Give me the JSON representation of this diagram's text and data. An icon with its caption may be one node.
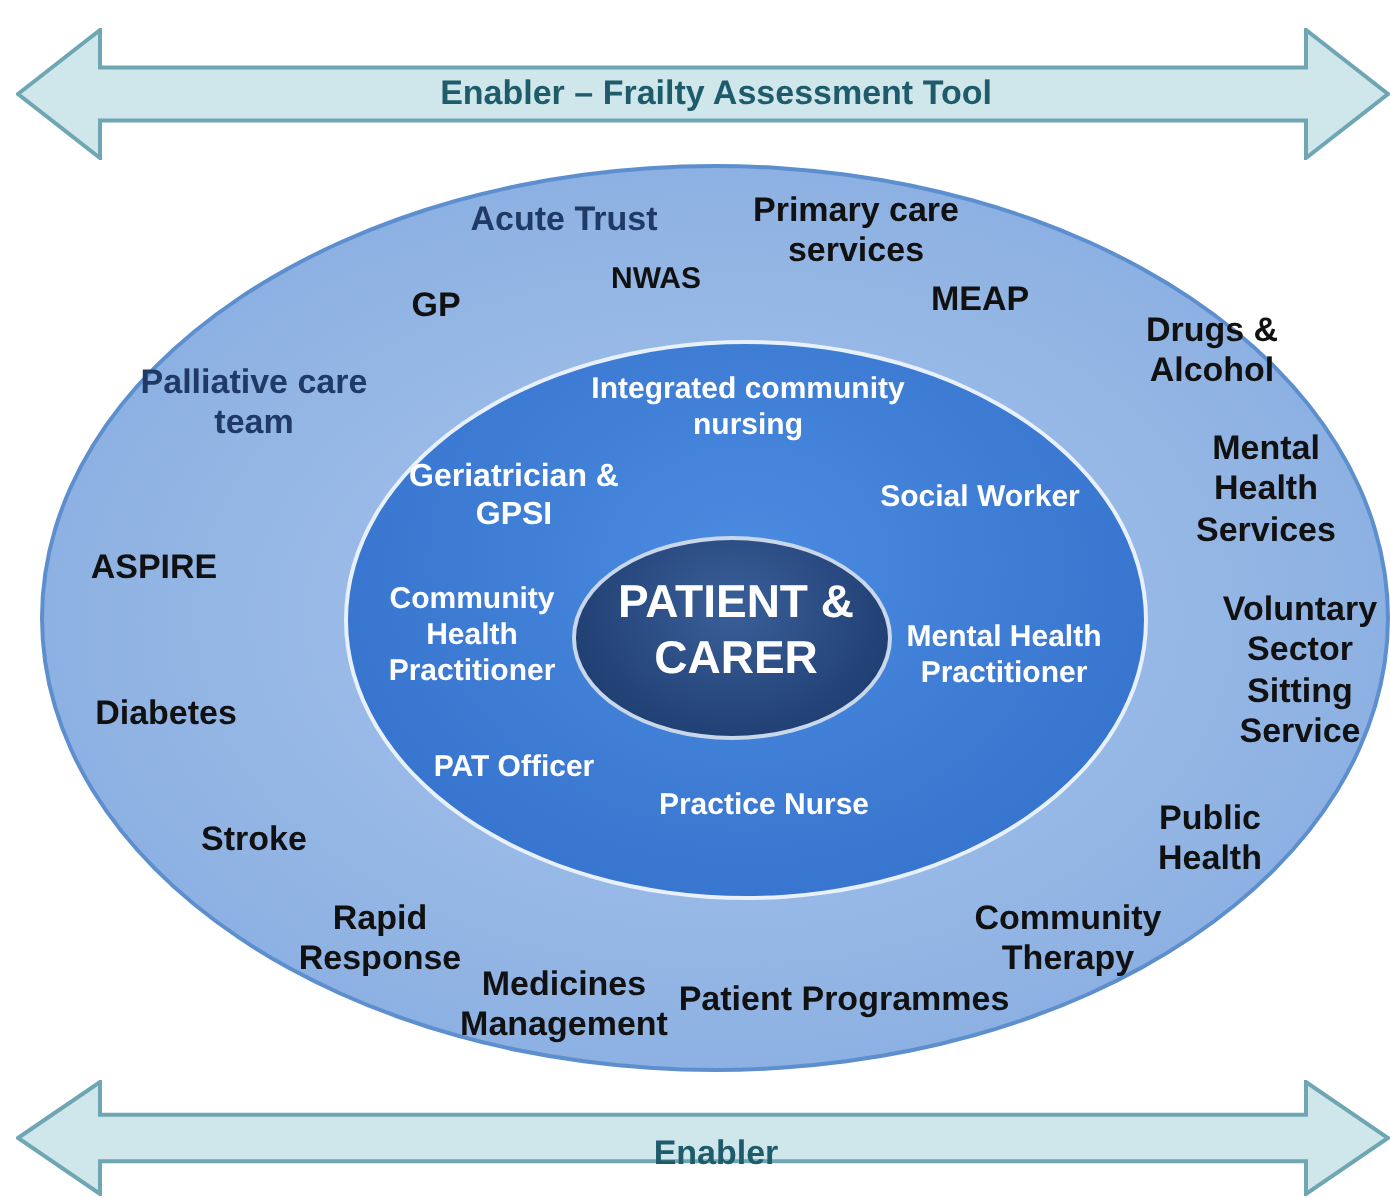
{
  "diagram": {
    "nodes": [
      {
        "text": [
          "Enabler – Frailty Assessment Tool"
        ]
      },
      {
        "text": [
          "Acute Trust",
          "Primary care services",
          "NWAS",
          "GP",
          "MEAP",
          "Drugs & Alcohol",
          "Palliative care team",
          "Mental Health Services",
          "ASPIRE",
          "Voluntary Sector Sitting Service",
          "Diabetes",
          "Public Health",
          "Stroke",
          "Rapid Response",
          "Community Therapy",
          "Medicines Management",
          "Patient Programmes"
        ]
      },
      {
        "text": [
          "Integrated community nursing",
          "Geriatrician & GPSI",
          "Social Worker",
          "Community Health Practitioner",
          "Mental Health Practitioner",
          "PAT Officer",
          "Practice Nurse"
        ],
        "in": 1
      },
      {
        "text": [
          "PATIENT & CARER"
        ],
        "in": 2
      },
      {
        "text": [
          "Enabler"
        ]
      }
    ]
  }
}
